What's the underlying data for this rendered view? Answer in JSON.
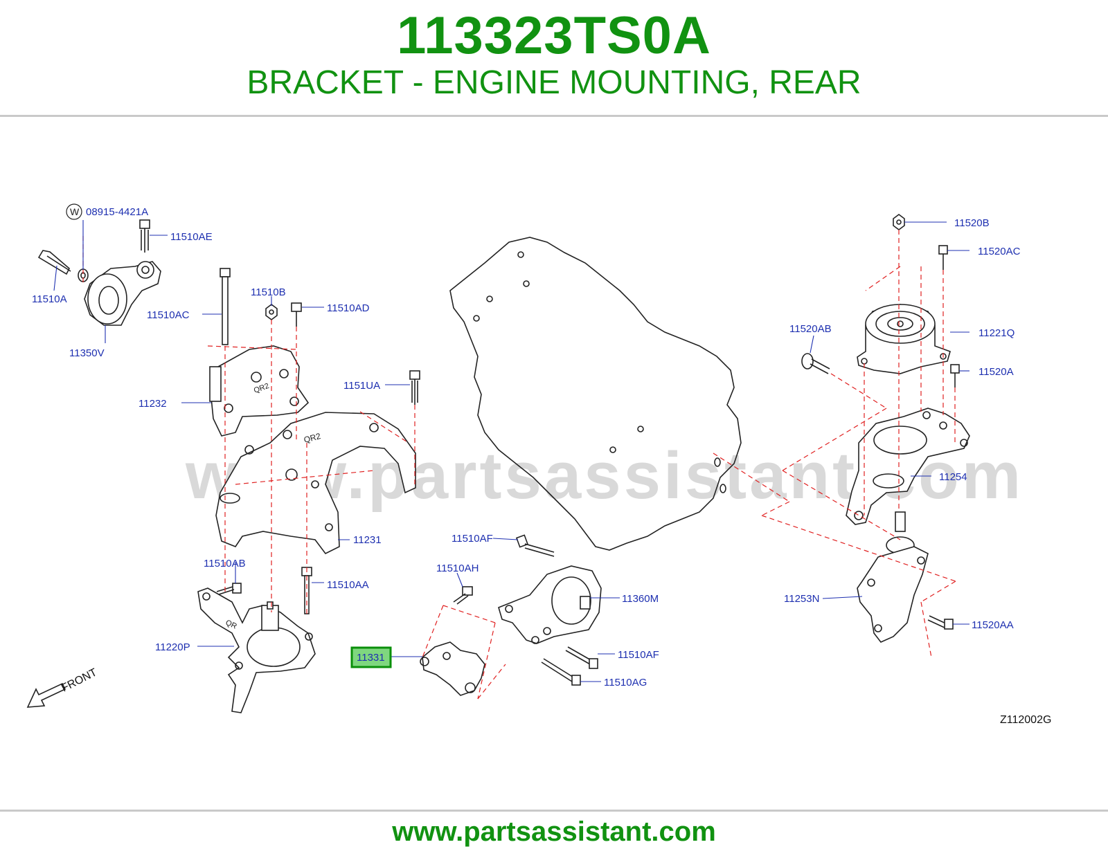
{
  "header": {
    "part_number": "113323TS0A",
    "part_title": "BRACKET - ENGINE MOUNTING, REAR"
  },
  "footer": {
    "url": "www.partsassistant.com"
  },
  "diagram": {
    "watermark": "www.partsassistant.com",
    "figure_code": "Z112002G",
    "front_label": "FRONT",
    "washer_symbol": "W",
    "highlighted_part": "11331",
    "highlight_color": "#7fd77f",
    "accent_color": "#119211",
    "label_color": "#1d2fb0",
    "dash_color": "#e02020",
    "callouts": {
      "p08915_4421A": "08915-4421A",
      "p11510AE": "11510AE",
      "p11510A": "11510A",
      "p11350V": "11350V",
      "p11510B": "11510B",
      "p11510AD": "11510AD",
      "p11510AC": "11510AC",
      "p11232": "11232",
      "p1151UA": "1151UA",
      "p11231": "11231",
      "p11510AB": "11510AB",
      "p11510AA": "11510AA",
      "p11220P": "11220P",
      "p11510AF_top": "11510AF",
      "p11510AH": "11510AH",
      "p11360M": "11360M",
      "p11331": "11331",
      "p11510AF_bottom": "11510AF",
      "p11510AG": "11510AG",
      "p11520B": "11520B",
      "p11520AC": "11520AC",
      "p11520AB": "11520AB",
      "p11221Q": "11221Q",
      "p11520A": "11520A",
      "p11254": "11254",
      "p11253N": "11253N",
      "p11520AA": "11520AA"
    }
  }
}
